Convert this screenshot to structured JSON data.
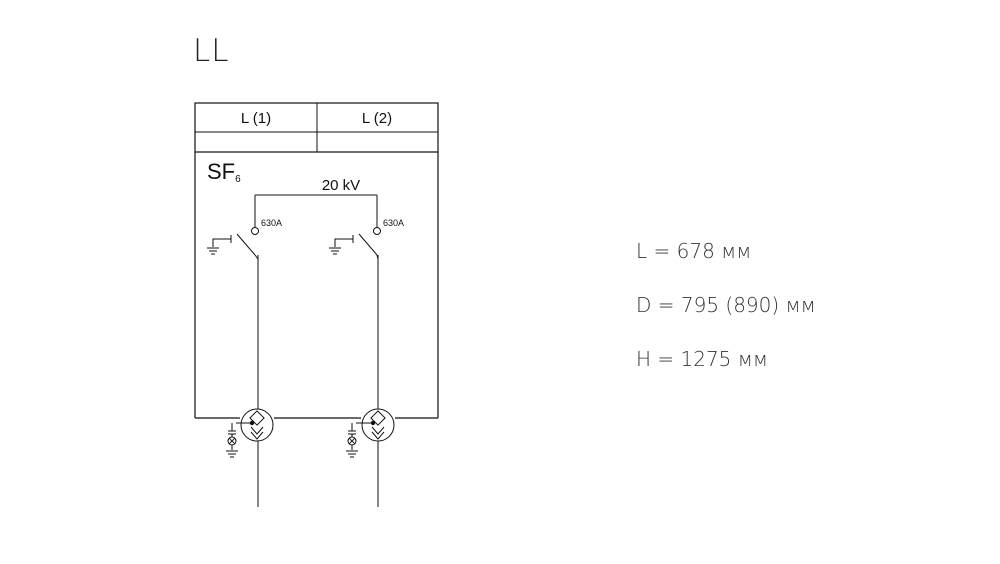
{
  "title": "LL",
  "header": {
    "columns": [
      "L (1)",
      "L (2)"
    ]
  },
  "gas": {
    "main": "SF",
    "sub": "6"
  },
  "busbar": {
    "voltage": "20 kV"
  },
  "switches": [
    {
      "rating": "630A"
    },
    {
      "rating": "630A"
    }
  ],
  "dimensions": [
    "L = 678 мм",
    "D = 795 (890) мм",
    "H = 1275 мм"
  ],
  "colors": {
    "line": "#111111",
    "text": "#222222"
  }
}
